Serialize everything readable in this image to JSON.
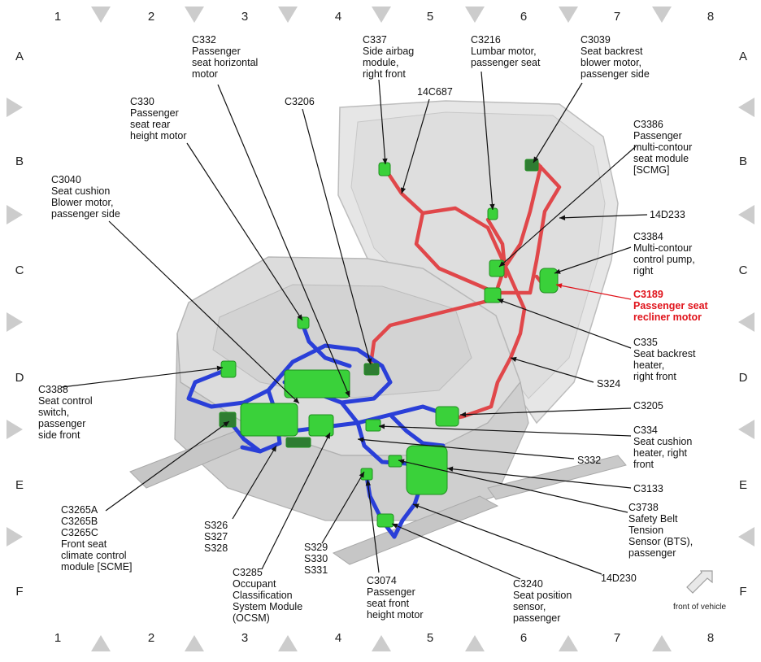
{
  "grid": {
    "columns": [
      "1",
      "2",
      "3",
      "4",
      "5",
      "6",
      "7",
      "8"
    ],
    "rows": [
      "A",
      "B",
      "C",
      "D",
      "E",
      "F"
    ]
  },
  "front_of_vehicle": "front of vehicle",
  "labels": {
    "c332": "C332\nPassenger\nseat horizontal\nmotor",
    "c337": "C337\nSide airbag\nmodule,\nright front",
    "c3216": "C3216\nLumbar motor,\npassenger seat",
    "c3039": "C3039\nSeat backrest\nblower motor,\npassenger side",
    "c330": "C330\nPassenger\nseat rear\nheight motor",
    "c3206": "C3206",
    "w14c687": "14C687",
    "c3386": "C3386\nPassenger\nmulti-contour\nseat module\n[SCMG]",
    "c3040": "C3040\nSeat cushion\nBlower motor,\npassenger side",
    "w14d233": "14D233",
    "c3384": "C3384\nMulti-contour\ncontrol pump,\nright",
    "c3189": "C3189\nPassenger seat\nrecliner motor",
    "c335": "C335\nSeat backrest\nheater,\nright front",
    "c3388": "C3388\nSeat control\nswitch,\npassenger\nside front",
    "s324": "S324",
    "c3205": "C3205",
    "c334": "C334\nSeat cushion\nheater, right\nfront",
    "s332": "S332",
    "c3265": "C3265A\nC3265B\nC3265C\nFront seat\nclimate control\nmodule [SCME]",
    "s326": "S326\nS327\nS328",
    "c3133": "C3133",
    "c3738": "C3738\nSafety Belt\nTension\nSensor (BTS),\npassenger",
    "s329": "S329\nS330\nS331",
    "c3285": "C3285\nOccupant\nClassification\nSystem Module\n(OCSM)",
    "c3074": "C3074\nPassenger\nseat front\nheight motor",
    "c3240": "C3240\nSeat position\nsensor,\npassenger",
    "w14d230": "14D230"
  },
  "colors": {
    "highlight_label": "#e0121a",
    "harness_red": "#e0474a",
    "harness_blue": "#2a3fd8",
    "connector_green": "#3ad13a",
    "seat_gray": "#d9d9d9",
    "border_triangle": "#c8c8c8"
  }
}
